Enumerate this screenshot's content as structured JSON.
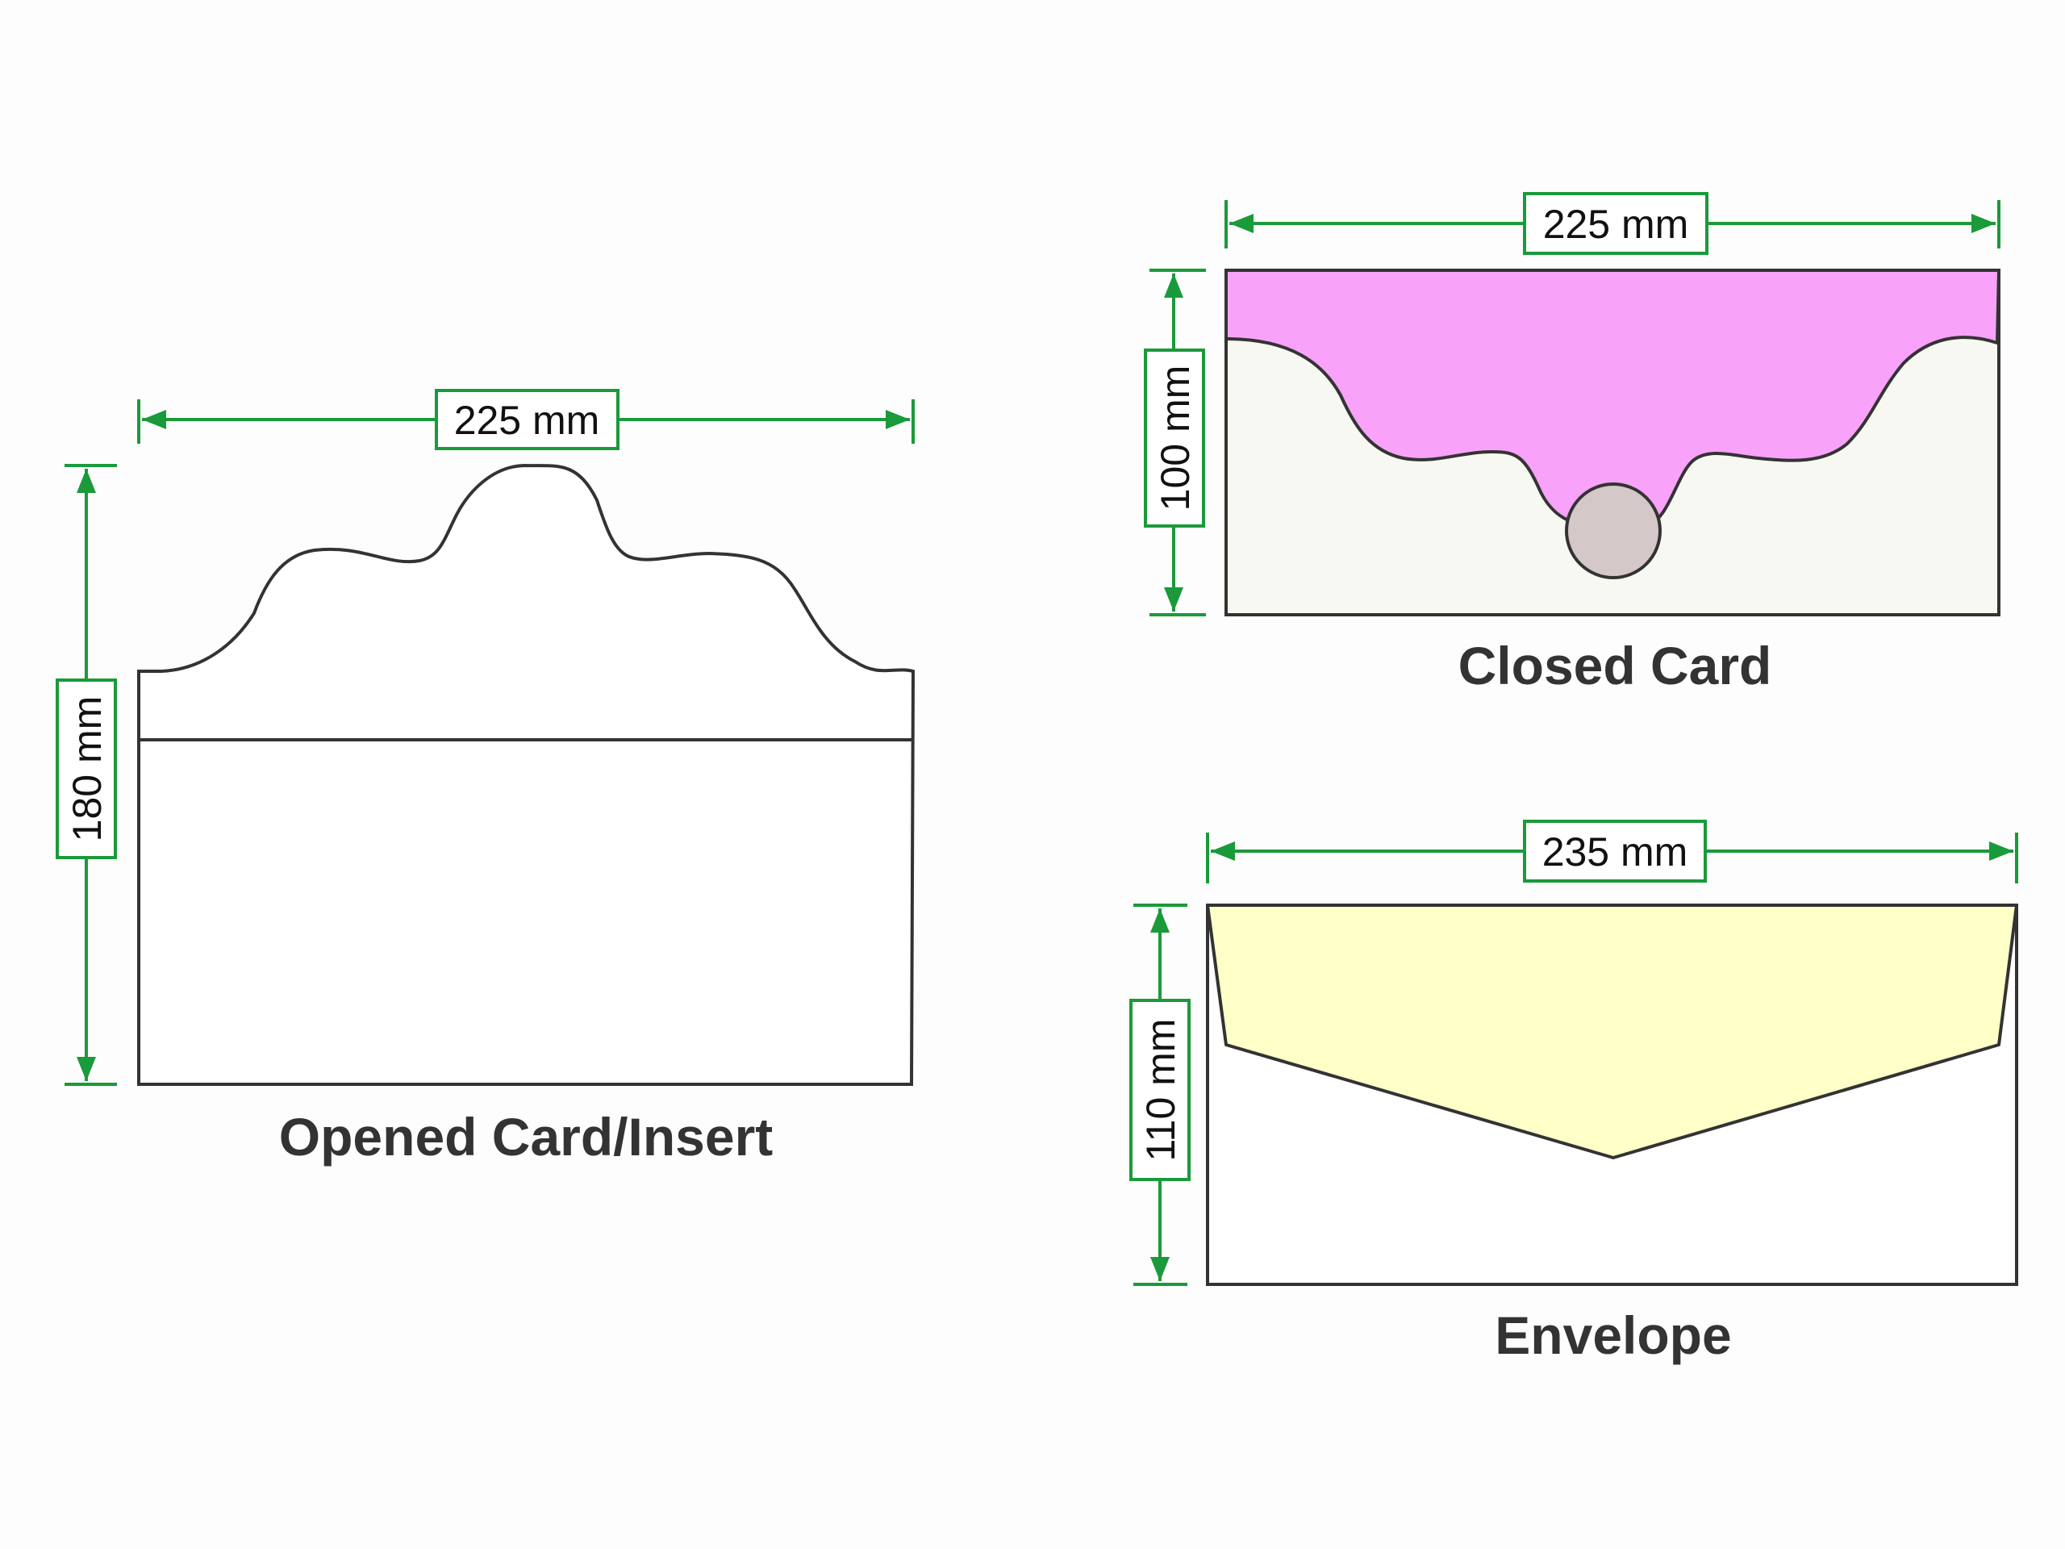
{
  "colors": {
    "dimension_line": "#1a9a3a",
    "outline": "#333333",
    "closed_card_fill": "#f8f8f2",
    "closed_card_flap": "#f9a2f9",
    "seal": "#d5c8c8",
    "envelope_flap": "#ffffc8",
    "background": "#fdfdfd"
  },
  "opened_card": {
    "caption": "Opened Card/Insert",
    "width_label": "225 mm",
    "height_label": "180 mm"
  },
  "closed_card": {
    "caption": "Closed Card",
    "width_label": "225 mm",
    "height_label": "100 mm"
  },
  "envelope": {
    "caption": "Envelope",
    "width_label": "235 mm",
    "height_label": "110 mm"
  }
}
